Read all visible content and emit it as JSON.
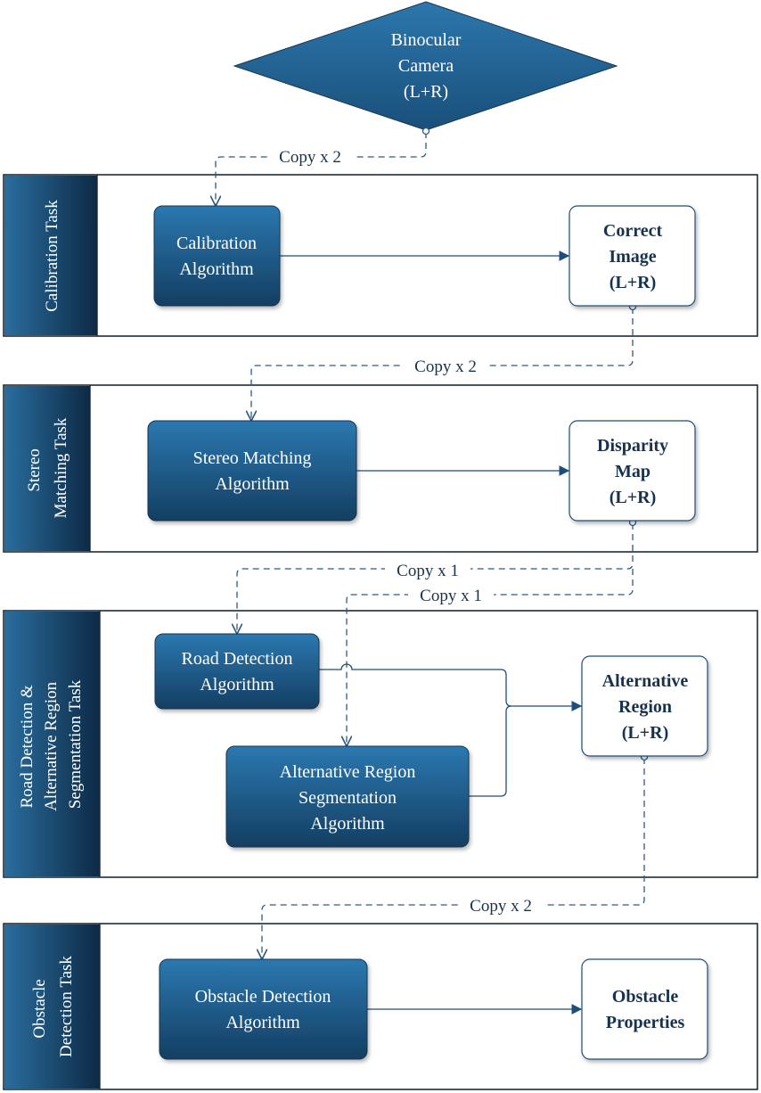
{
  "source": {
    "lines": [
      "Binocular",
      "Camera",
      "(L+R)"
    ]
  },
  "copies": {
    "c1": "Copy x 2",
    "c2": "Copy x 2",
    "c3a": "Copy x 1",
    "c3b": "Copy x 1",
    "c4": "Copy x 2"
  },
  "lanes": [
    {
      "label_lines": [
        "Calibration Task"
      ]
    },
    {
      "label_lines": [
        "Stereo",
        "Matching  Task"
      ]
    },
    {
      "label_lines": [
        "Road Detection &",
        "Alternative Region",
        "Segmentation Task"
      ]
    },
    {
      "label_lines": [
        "Obstacle",
        "Detection Task"
      ]
    }
  ],
  "nodes": {
    "calibration_algorithm": [
      "Calibration",
      "Algorithm"
    ],
    "correct_image": [
      "Correct",
      "Image",
      "(L+R)"
    ],
    "stereo_matching_algorithm": [
      "Stereo Matching",
      "Algorithm"
    ],
    "disparity_map": [
      "Disparity",
      "Map",
      "(L+R)"
    ],
    "road_detection_algorithm": [
      "Road Detection",
      "Algorithm"
    ],
    "alternative_region_segmentation_algorithm": [
      "Alternative Region",
      "Segmentation",
      "Algorithm"
    ],
    "alternative_region": [
      "Alternative",
      "Region",
      "(L+R)"
    ],
    "obstacle_detection_algorithm": [
      "Obstacle Detection",
      "Algorithm"
    ],
    "obstacle_properties": [
      "Obstacle",
      "Properties"
    ]
  },
  "colors": {
    "dark_box": "#1f5f8f",
    "lane_bar": "#12395e",
    "text_dark": "#16324f"
  }
}
